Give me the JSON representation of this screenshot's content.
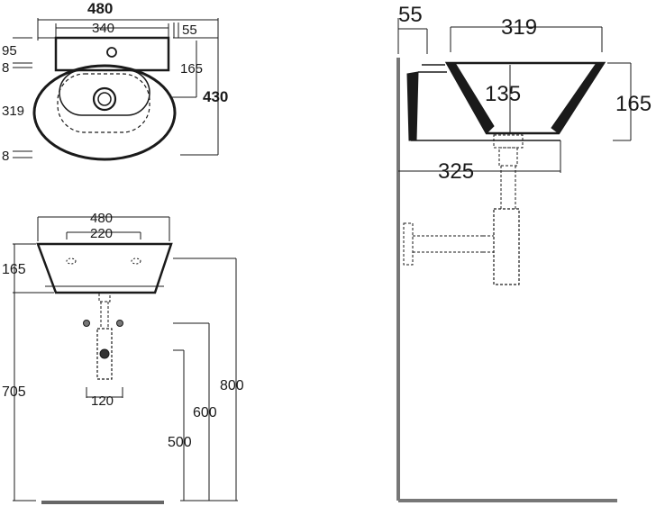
{
  "top_view": {
    "dim_width": "480",
    "dim_inner": "340",
    "dim_rim": "55",
    "dim_back": "95",
    "dim_gap_top": "8",
    "dim_bowl": "319",
    "dim_gap_bottom": "8",
    "dim_height": "165",
    "dim_depth": "430"
  },
  "front_view": {
    "dim_width": "480",
    "dim_taps": "220",
    "dim_height": "165",
    "dim_trap": "120",
    "dim_705": "705",
    "dim_600": "600",
    "dim_500": "500",
    "dim_800": "800"
  },
  "side_view": {
    "dim_wall": "55",
    "dim_top": "319",
    "dim_bowl_depth": "135",
    "dim_height": "165",
    "dim_bottom": "325"
  }
}
